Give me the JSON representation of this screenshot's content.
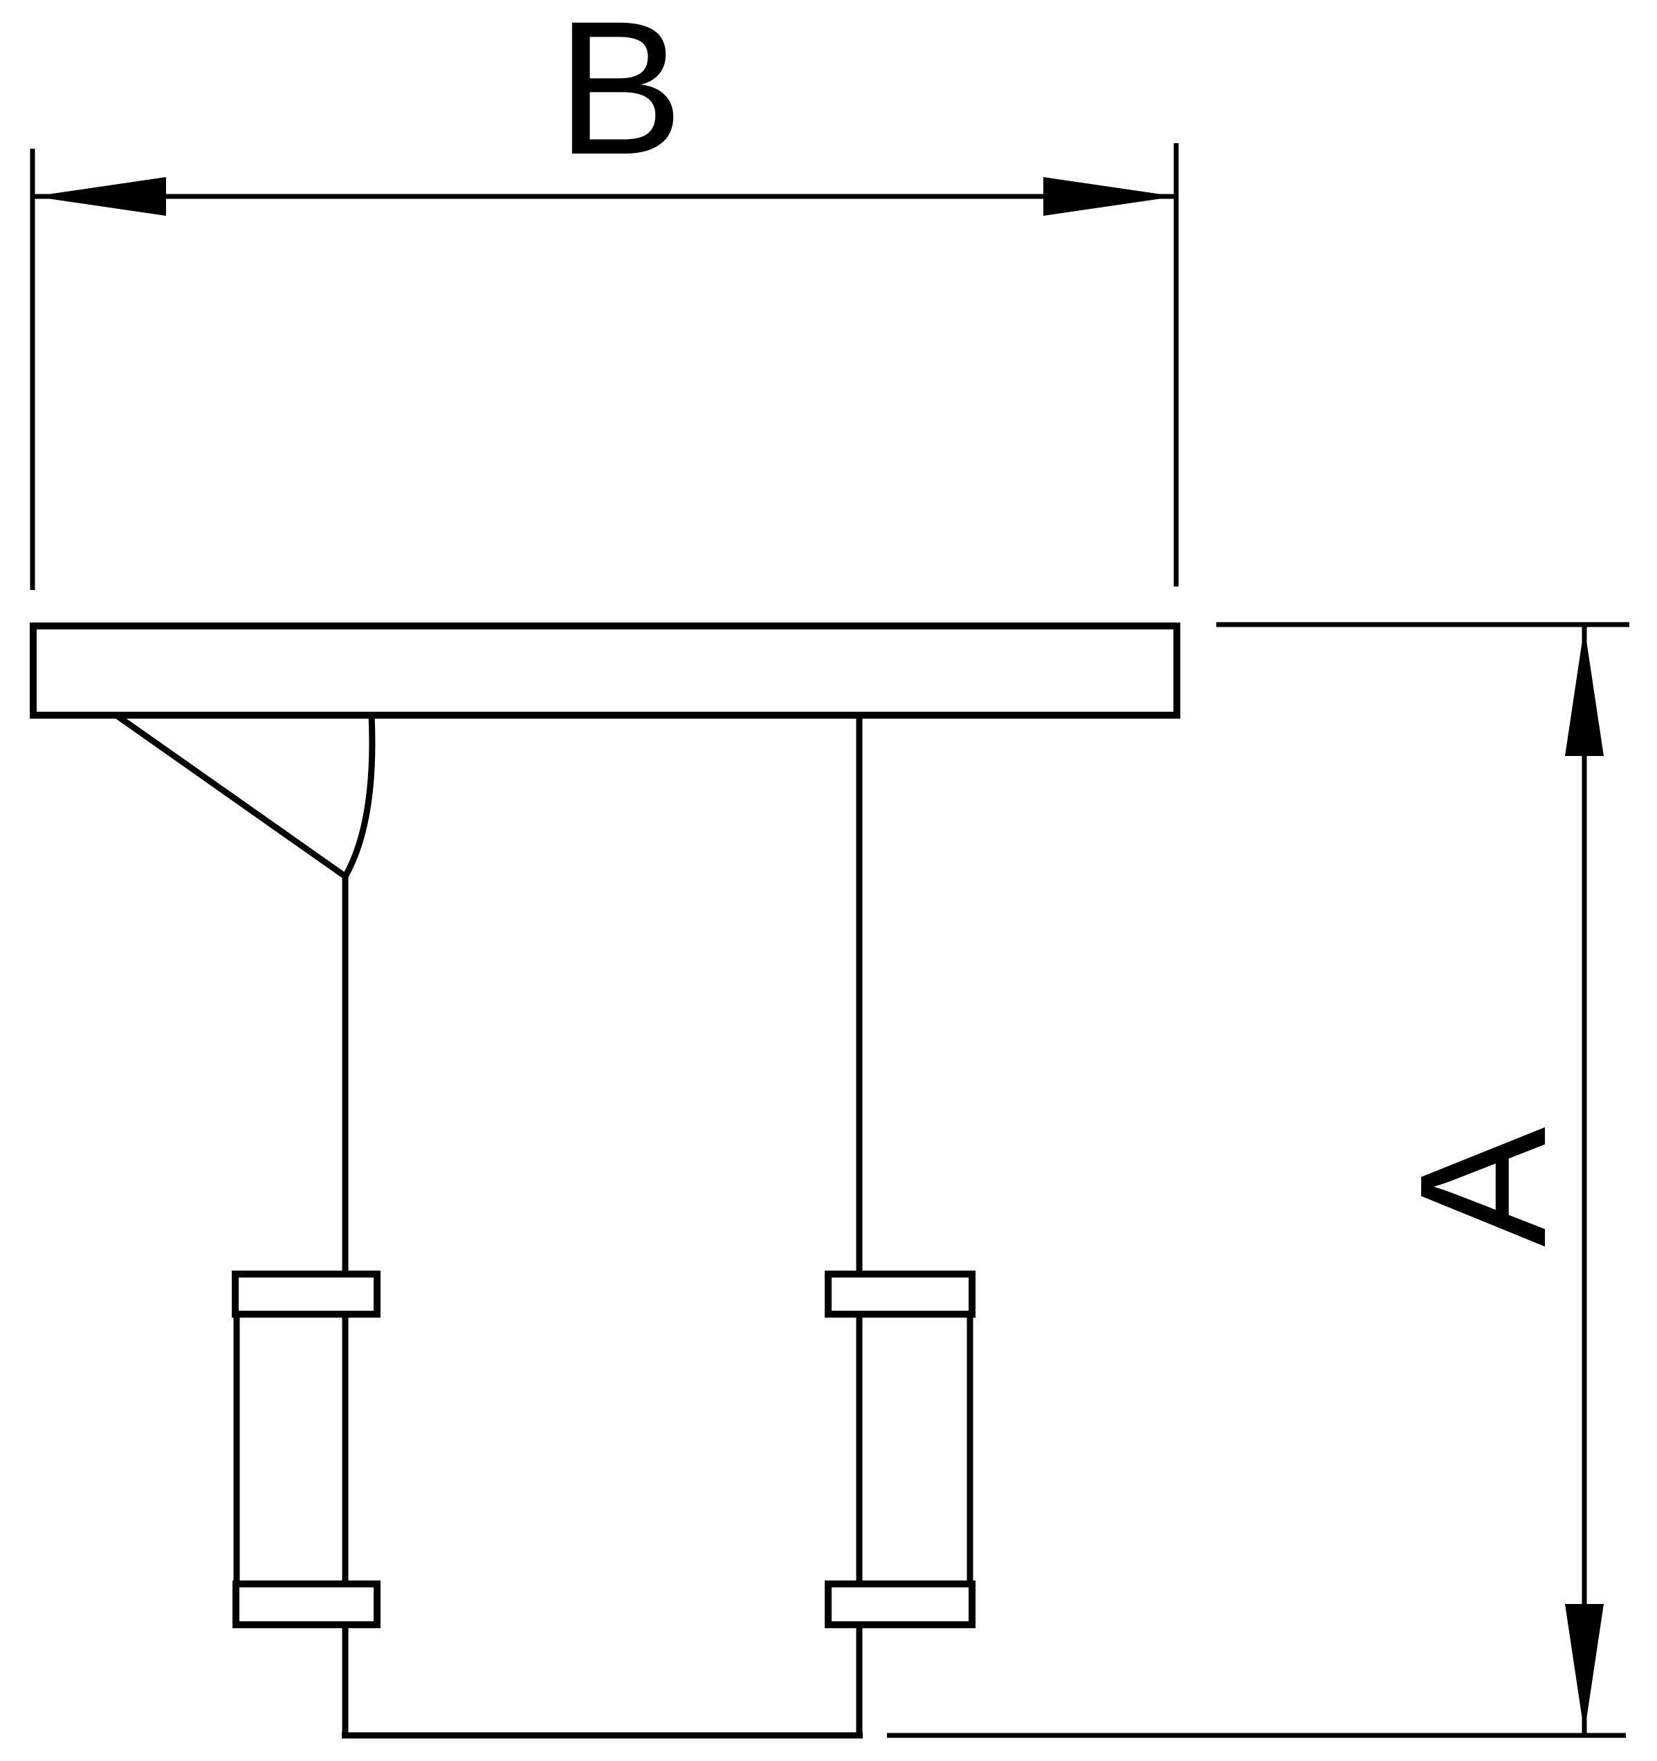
{
  "page": {
    "background_color": "#ffffff",
    "line_color": "#000000"
  },
  "drawing": {
    "type": "technical-dimension-drawing",
    "view": "side-elevation-of-flange-fitting",
    "labels": {
      "width_dimension": "B",
      "height_dimension": "A"
    }
  }
}
